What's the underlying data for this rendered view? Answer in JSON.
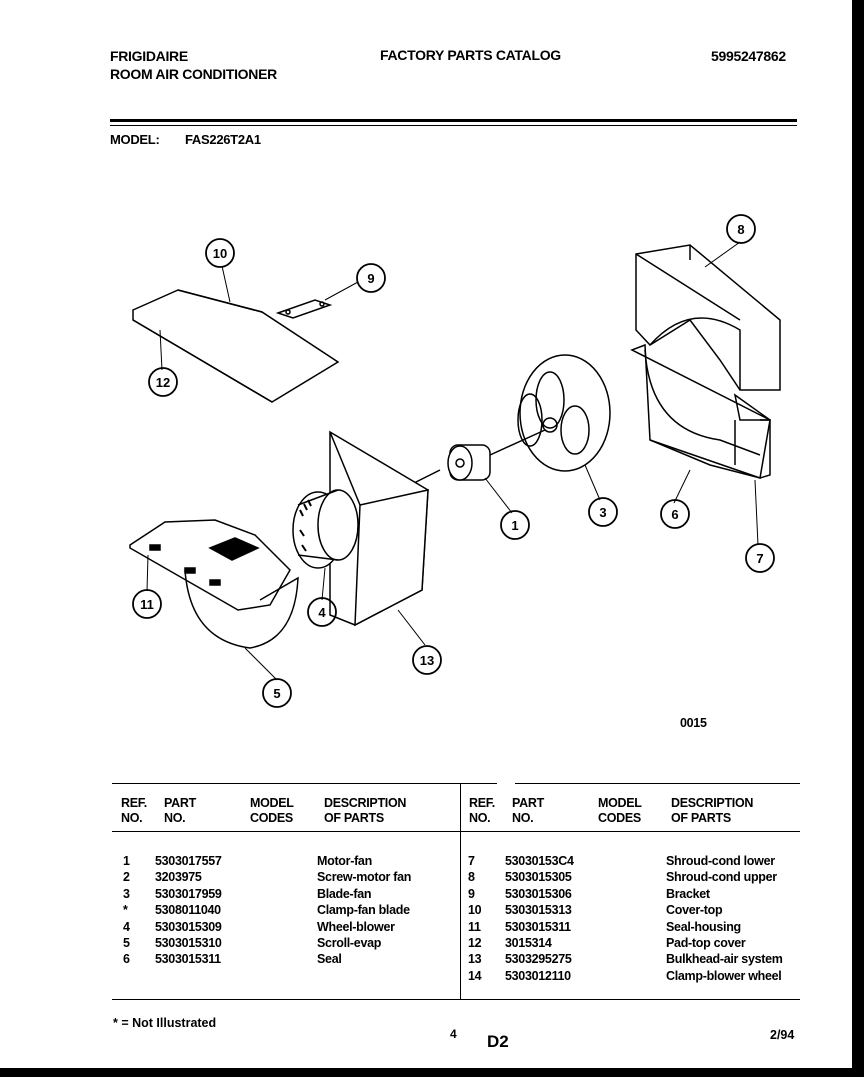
{
  "header": {
    "brand": "FRIGIDAIRE",
    "product": "ROOM AIR CONDITIONER",
    "catalog_title": "FACTORY PARTS CATALOG",
    "catalog_number": "5995247862",
    "model_label": "MODEL:",
    "model_value": "FAS226T2A1"
  },
  "diagram": {
    "callouts": [
      "10",
      "9",
      "12",
      "8",
      "3",
      "6",
      "1",
      "7",
      "11",
      "4",
      "13",
      "5"
    ],
    "code": "0015"
  },
  "table": {
    "headers": {
      "ref": [
        "REF.",
        "NO."
      ],
      "part": [
        "PART",
        "NO."
      ],
      "model": [
        "MODEL",
        "CODES"
      ],
      "desc": [
        "DESCRIPTION",
        "OF PARTS"
      ]
    },
    "left": [
      {
        "ref": "1",
        "part": "5303017557",
        "desc": "Motor-fan"
      },
      {
        "ref": "2",
        "part": "3203975",
        "desc": "Screw-motor fan"
      },
      {
        "ref": "3",
        "part": "5303017959",
        "desc": "Blade-fan"
      },
      {
        "ref": "*",
        "part": "5308011040",
        "desc": "Clamp-fan blade"
      },
      {
        "ref": "4",
        "part": "5303015309",
        "desc": "Wheel-blower"
      },
      {
        "ref": "5",
        "part": "5303015310",
        "desc": "Scroll-evap"
      },
      {
        "ref": "6",
        "part": "5303015311",
        "desc": "Seal"
      }
    ],
    "right": [
      {
        "ref": "7",
        "part": "53030153C4",
        "desc": "Shroud-cond lower"
      },
      {
        "ref": "8",
        "part": "5303015305",
        "desc": "Shroud-cond upper"
      },
      {
        "ref": "9",
        "part": "5303015306",
        "desc": "Bracket"
      },
      {
        "ref": "10",
        "part": "5303015313",
        "desc": "Cover-top"
      },
      {
        "ref": "11",
        "part": "5303015311",
        "desc": "Seal-housing"
      },
      {
        "ref": "12",
        "part": "3015314",
        "desc": "Pad-top cover"
      },
      {
        "ref": "13",
        "part": "5303295275",
        "desc": "Bulkhead-air system"
      },
      {
        "ref": "14",
        "part": "5303012110",
        "desc": "Clamp-blower wheel"
      }
    ]
  },
  "footer": {
    "note": "* = Not Illustrated",
    "page_num": "4",
    "section": "D2",
    "date": "2/94"
  }
}
